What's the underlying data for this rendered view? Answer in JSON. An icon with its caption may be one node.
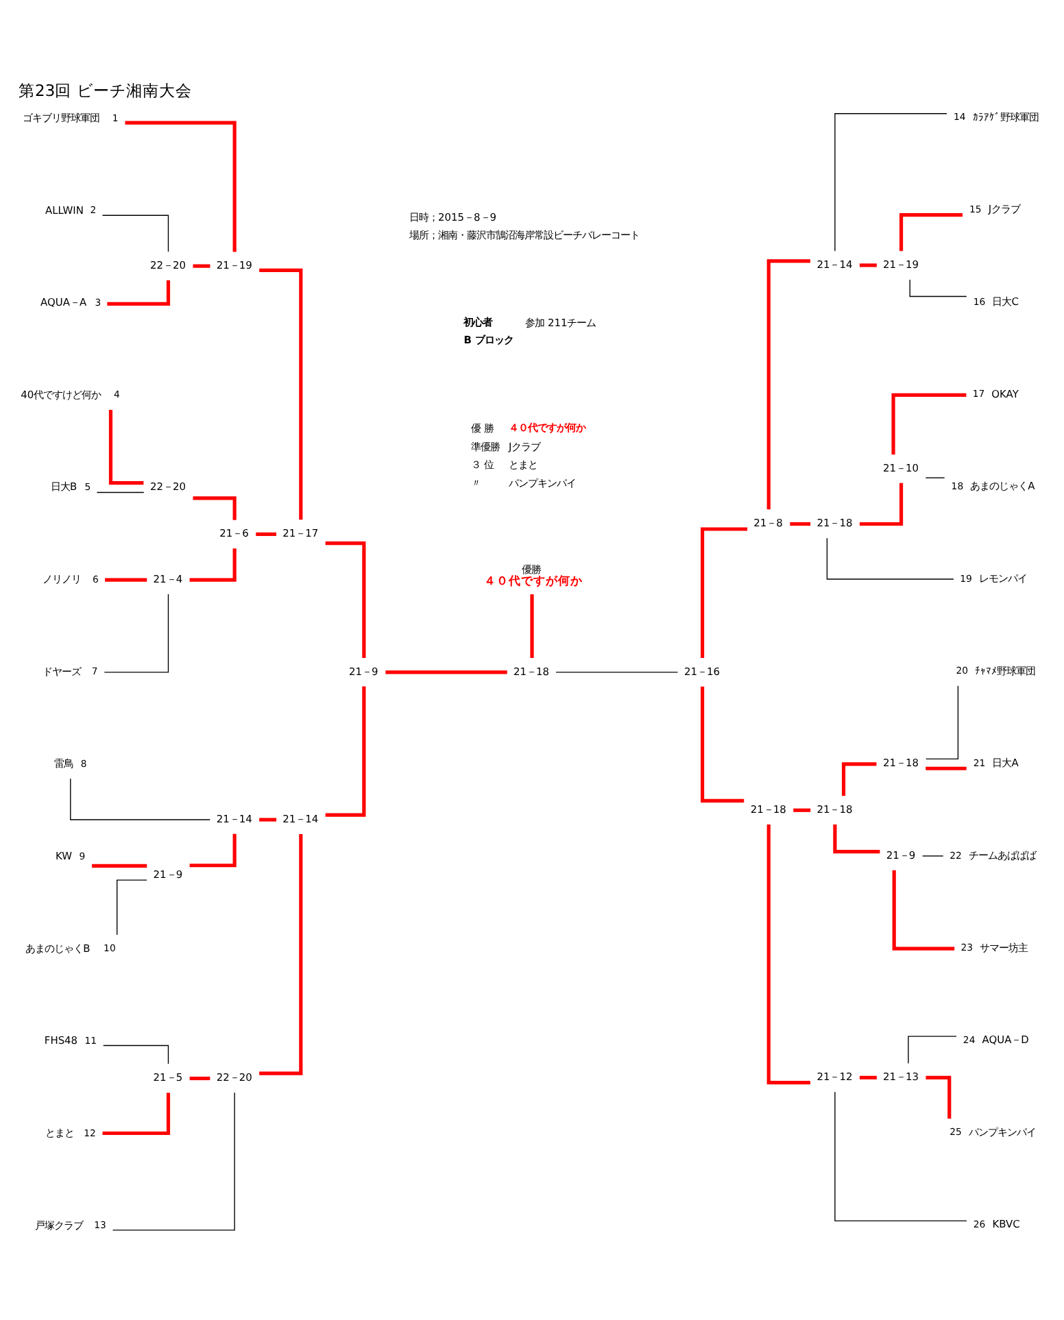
{
  "diagram": {
    "title": "第23回 ビーチ湘南大会",
    "nodes": [
      {
        "text": [
          "ゴキブリ野球軍団"
        ],
        "beside": [
          "1"
        ]
      },
      {
        "text": [
          "ALLWIN"
        ],
        "beside": [
          "2"
        ]
      },
      {
        "text": [
          "AQUA－A"
        ],
        "beside": [
          "3"
        ]
      },
      {
        "text": [
          "40代ですけど何か"
        ],
        "beside": [
          "4"
        ]
      },
      {
        "text": [
          "日大B"
        ],
        "beside": [
          "5"
        ]
      },
      {
        "text": [
          "ノリノリ"
        ],
        "beside": [
          "6"
        ]
      },
      {
        "text": [
          "ドヤーズ"
        ],
        "beside": [
          "7"
        ]
      },
      {
        "text": [
          "雷鳥"
        ],
        "beside": [
          "8"
        ]
      },
      {
        "text": [
          "KW"
        ],
        "beside": [
          "9"
        ]
      },
      {
        "text": [
          "あまのじゃくB"
        ],
        "beside": [
          "10"
        ]
      },
      {
        "text": [
          "FHS48"
        ],
        "beside": [
          "11"
        ]
      },
      {
        "text": [
          "とまと"
        ],
        "beside": [
          "12"
        ]
      },
      {
        "text": [
          "戸塚クラブ"
        ],
        "beside": [
          "13"
        ]
      },
      {
        "text": [
          "ｶﾗｱｹﾞ野球軍団"
        ],
        "beside": [
          "14"
        ]
      },
      {
        "text": [
          "Jクラブ"
        ],
        "beside": [
          "15"
        ]
      },
      {
        "text": [
          "日大C"
        ],
        "beside": [
          "16"
        ]
      },
      {
        "text": [
          "OKAY"
        ],
        "beside": [
          "17"
        ]
      },
      {
        "text": [
          "あまのじゃくA"
        ],
        "beside": [
          "18"
        ]
      },
      {
        "text": [
          "レモンパイ"
        ],
        "beside": [
          "19"
        ]
      },
      {
        "text": [
          "ﾁｬﾏﾒ野球軍団"
        ],
        "beside": [
          "20"
        ]
      },
      {
        "text": [
          "日大A"
        ],
        "beside": [
          "21"
        ]
      },
      {
        "text": [
          "チームあばばば"
        ],
        "beside": [
          "22"
        ]
      },
      {
        "text": [
          "サマー坊主"
        ],
        "beside": [
          "23"
        ]
      },
      {
        "text": [
          "AQUA－D"
        ],
        "beside": [
          "24"
        ]
      },
      {
        "text": [
          "パンプキンパイ"
        ],
        "beside": [
          "25"
        ]
      },
      {
        "text": [
          "KBVC"
        ],
        "beside": [
          "26"
        ]
      },
      {
        "text": [
          "22－20"
        ]
      },
      {
        "text": [
          "21－19"
        ]
      },
      {
        "text": [
          "22－20"
        ]
      },
      {
        "text": [
          "21－4"
        ]
      },
      {
        "text": [
          "21－6"
        ]
      },
      {
        "text": [
          "21－17"
        ]
      },
      {
        "text": [
          "21－9"
        ]
      },
      {
        "text": [
          "21－14"
        ]
      },
      {
        "text": [
          "21－5"
        ]
      },
      {
        "text": [
          "22－20"
        ]
      },
      {
        "text": [
          "21－14"
        ]
      },
      {
        "text": [
          "21－9"
        ]
      },
      {
        "text": [
          "21－18"
        ]
      },
      {
        "text": [
          "21－16"
        ]
      },
      {
        "text": [
          "21－8"
        ]
      },
      {
        "text": [
          "21－14"
        ]
      },
      {
        "text": [
          "21－19"
        ]
      },
      {
        "text": [
          "21－18"
        ]
      },
      {
        "text": [
          "21－10"
        ]
      },
      {
        "text": [
          "21－18"
        ]
      },
      {
        "text": [
          "21－18"
        ]
      },
      {
        "text": [
          "21－18"
        ]
      },
      {
        "text": [
          "21－9"
        ]
      },
      {
        "text": [
          "21－12"
        ]
      },
      {
        "text": [
          "21－13"
        ]
      },
      {
        "text": [
          "優勝",
          "４０代ですが何か"
        ]
      }
    ],
    "edges": [
      {
        "from": 0,
        "to": 27,
        "arrow": "none"
      },
      {
        "from": 1,
        "to": 26,
        "arrow": "none",
        "color": "#000000"
      },
      {
        "from": 2,
        "to": 26,
        "arrow": "none"
      },
      {
        "from": 26,
        "to": 27,
        "arrow": "none"
      },
      {
        "from": 27,
        "to": 31,
        "arrow": "none"
      },
      {
        "from": 3,
        "to": 28,
        "arrow": "none"
      },
      {
        "from": 4,
        "to": 28,
        "arrow": "none",
        "color": "#000000"
      },
      {
        "from": 28,
        "to": 30,
        "arrow": "none"
      },
      {
        "from": 5,
        "to": 29,
        "arrow": "none"
      },
      {
        "from": 6,
        "to": 29,
        "arrow": "none",
        "color": "#000000"
      },
      {
        "from": 29,
        "to": 30,
        "arrow": "none"
      },
      {
        "from": 30,
        "to": 31,
        "arrow": "none"
      },
      {
        "from": 31,
        "to": 37,
        "arrow": "none"
      },
      {
        "from": 7,
        "to": 33,
        "arrow": "none",
        "color": "#000000"
      },
      {
        "from": 8,
        "to": 32,
        "arrow": "none"
      },
      {
        "from": 9,
        "to": 32,
        "arrow": "none",
        "color": "#000000"
      },
      {
        "from": 32,
        "to": 33,
        "arrow": "none"
      },
      {
        "from": 33,
        "to": 36,
        "arrow": "none"
      },
      {
        "from": 10,
        "to": 34,
        "arrow": "none",
        "color": "#000000"
      },
      {
        "from": 11,
        "to": 34,
        "arrow": "none"
      },
      {
        "from": 34,
        "to": 35,
        "arrow": "none"
      },
      {
        "from": 12,
        "to": 35,
        "arrow": "none",
        "color": "#000000"
      },
      {
        "from": 35,
        "to": 36,
        "arrow": "none"
      },
      {
        "from": 36,
        "to": 37,
        "arrow": "none"
      },
      {
        "from": 37,
        "to": 38,
        "arrow": "none"
      },
      {
        "from": 51,
        "to": 38,
        "arrow": "none"
      },
      {
        "from": 38,
        "to": 39,
        "arrow": "none",
        "color": "#000000"
      },
      {
        "from": 39,
        "to": 40,
        "arrow": "none"
      },
      {
        "from": 40,
        "to": 41,
        "arrow": "none"
      },
      {
        "from": 41,
        "to": 13,
        "arrow": "none",
        "color": "#000000"
      },
      {
        "from": 41,
        "to": 42,
        "arrow": "none"
      },
      {
        "from": 42,
        "to": 14,
        "arrow": "none"
      },
      {
        "from": 42,
        "to": 15,
        "arrow": "none",
        "color": "#000000"
      },
      {
        "from": 40,
        "to": 43,
        "arrow": "none"
      },
      {
        "from": 43,
        "to": 44,
        "arrow": "none"
      },
      {
        "from": 44,
        "to": 16,
        "arrow": "none"
      },
      {
        "from": 44,
        "to": 17,
        "arrow": "none",
        "color": "#000000"
      },
      {
        "from": 43,
        "to": 18,
        "arrow": "none",
        "color": "#000000"
      },
      {
        "from": 39,
        "to": 45,
        "arrow": "none"
      },
      {
        "from": 45,
        "to": 46,
        "arrow": "none"
      },
      {
        "from": 46,
        "to": 47,
        "arrow": "none"
      },
      {
        "from": 47,
        "to": 19,
        "arrow": "none",
        "color": "#000000"
      },
      {
        "from": 47,
        "to": 20,
        "arrow": "none"
      },
      {
        "from": 46,
        "to": 48,
        "arrow": "none"
      },
      {
        "from": 48,
        "to": 21,
        "arrow": "none",
        "color": "#000000"
      },
      {
        "from": 48,
        "to": 22,
        "arrow": "none"
      },
      {
        "from": 45,
        "to": 49,
        "arrow": "none"
      },
      {
        "from": 49,
        "to": 50,
        "arrow": "none"
      },
      {
        "from": 50,
        "to": 23,
        "arrow": "none",
        "color": "#000000"
      },
      {
        "from": 50,
        "to": 24,
        "arrow": "none"
      },
      {
        "from": 49,
        "to": 25,
        "arrow": "none",
        "color": "#000000"
      }
    ],
    "labels": [
      "日時；2015－8－9",
      "場所；湘南・藤沢市鵠沼海岸常設ビーチバレーコート",
      "初心者",
      "参加 211チーム",
      "B ブロック",
      "優 勝",
      "４０代ですが何か",
      "準優勝",
      "Jクラブ",
      "３ 位",
      "とまと",
      "〃",
      "パンプキンパイ"
    ]
  }
}
